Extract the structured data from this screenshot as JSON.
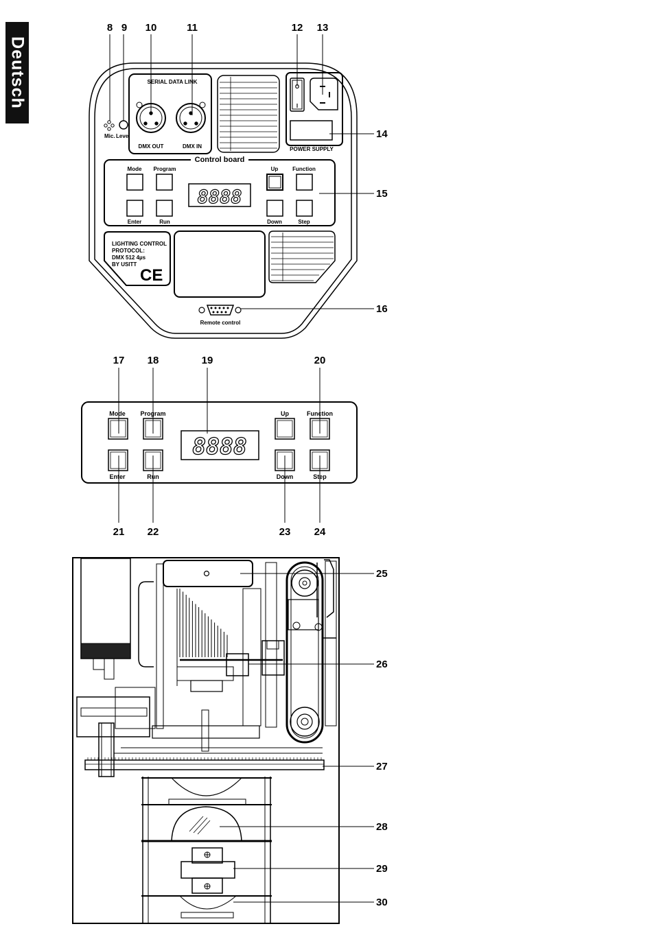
{
  "side_tab": "Deutsch",
  "callouts": {
    "c8": "8",
    "c9": "9",
    "c10": "10",
    "c11": "11",
    "c12": "12",
    "c13": "13",
    "c14": "14",
    "c15": "15",
    "c16": "16",
    "c17": "17",
    "c18": "18",
    "c19": "19",
    "c20": "20",
    "c21": "21",
    "c22": "22",
    "c23": "23",
    "c24": "24",
    "c25": "25",
    "c26": "26",
    "c27": "27",
    "c28": "28",
    "c29": "29",
    "c30": "30"
  },
  "rear_panel": {
    "serial_data_link": "SERIAL DATA LINK",
    "dmx_out": "DMX OUT",
    "dmx_in": "DMX IN",
    "mic": "Mic.",
    "level": "Level",
    "power_supply": "POWER SUPPLY",
    "switch_off": "O",
    "switch_on": "I",
    "control_board_title": "Control board",
    "lighting_control": [
      "LIGHTING  CONTROL",
      "PROTOCOL:",
      "DMX 512  4µs",
      "BY  USITT"
    ],
    "ce_mark": "CE",
    "remote_control": "Remote control"
  },
  "buttons": {
    "mode": "Mode",
    "program": "Program",
    "up": "Up",
    "function": "Function",
    "enter": "Enter",
    "run": "Run",
    "down": "Down",
    "step": "Step"
  },
  "display": "8888"
}
